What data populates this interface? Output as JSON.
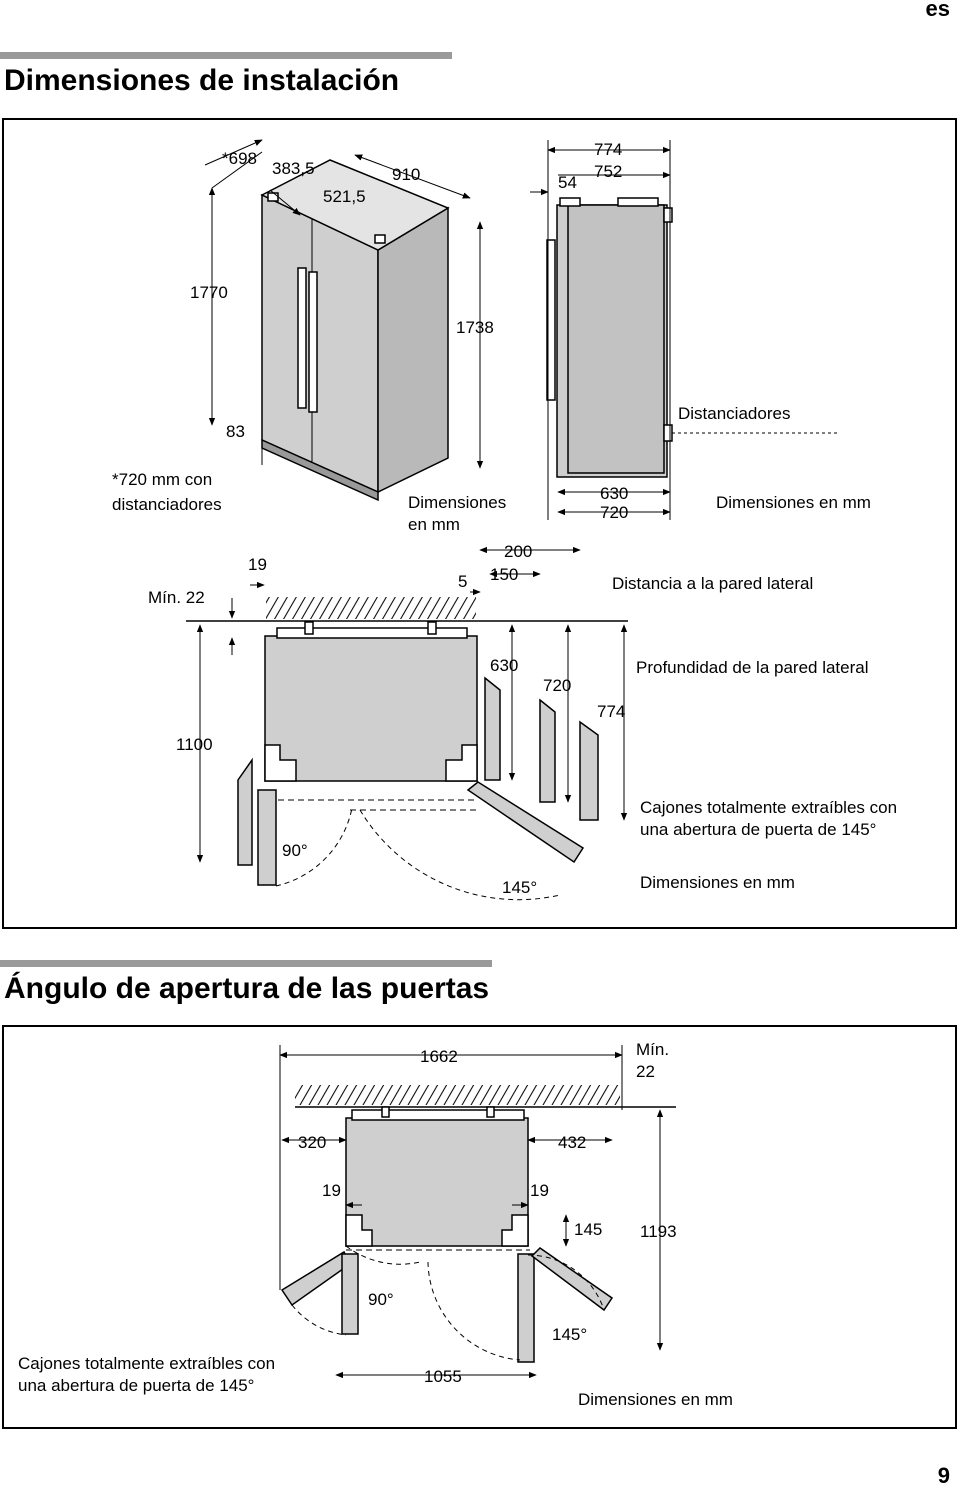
{
  "header": {
    "language": "es"
  },
  "section1": {
    "title": "Dimensiones de instalación",
    "front": {
      "d698": "*698",
      "d383": "383,5",
      "d521": "521,5",
      "d910": "910",
      "d1770": "1770",
      "d1738": "1738",
      "d83": "83",
      "note_line1": "*720 mm con",
      "note_line2": "distanciadores",
      "units_line1": "Dimensiones",
      "units_line2": "en mm"
    },
    "side": {
      "d774": "774",
      "d752": "752",
      "d54": "54",
      "spacers": "Distanciadores",
      "d630": "630",
      "d720": "720",
      "units": "Dimensiones en mm"
    },
    "plan": {
      "min22": "Mín. 22",
      "d19": "19",
      "d5": "5",
      "d200": "200",
      "d150": "150",
      "wall_distance": "Distancia a la pared lateral",
      "d630": "630",
      "d720": "720",
      "d774": "774",
      "wall_depth": "Profundidad de la pared lateral",
      "d1100": "1100",
      "drawers_line1": "Cajones totalmente extraíbles con",
      "drawers_line2": "una abertura de puerta de 145°",
      "a90": "90°",
      "a145": "145°",
      "units": "Dimensiones en mm"
    }
  },
  "section2": {
    "title": "Ángulo de apertura de las puertas",
    "plan": {
      "d1662": "1662",
      "min_line1": "Mín.",
      "min_line2": "22",
      "d320": "320",
      "d432": "432",
      "d19a": "19",
      "d19b": "19",
      "d145": "145",
      "d1193": "1193",
      "a90": "90°",
      "a145": "145°",
      "d1055": "1055",
      "drawers_line1": "Cajones totalmente extraíbles con",
      "drawers_line2": "una abertura de puerta de 145°",
      "units": "Dimensiones en mm"
    }
  },
  "footer": {
    "page_number": "9"
  }
}
